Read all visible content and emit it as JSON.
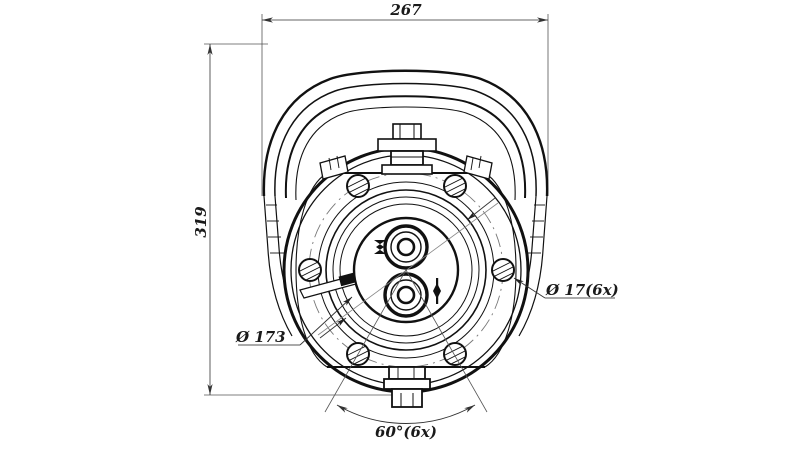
{
  "drawing": {
    "title": "hydraulic-rotator-front-view",
    "background_color": "#ffffff",
    "line_color": "#111111",
    "thin_line_color": "#555555",
    "dimension_color": "#444444",
    "units": "mm"
  },
  "dimensions": {
    "overall_width": {
      "label": "267",
      "orientation": "horizontal",
      "position": "top"
    },
    "overall_height": {
      "label": "319",
      "orientation": "vertical-rotated",
      "position": "left"
    },
    "bolt_circle": {
      "label": "Ø 173",
      "orientation": "leader",
      "position": "lower-left"
    },
    "bolt_hole": {
      "label": "Ø 17(6x)",
      "orientation": "leader",
      "position": "right"
    },
    "bolt_spacing": {
      "label": "60°(6x)",
      "orientation": "angular-arc",
      "position": "bottom"
    }
  },
  "features": {
    "bail_handle": "top-yoke-bail",
    "body": "cylindrical-rotator-housing",
    "bolt_holes_count": 6,
    "ports_count": 2,
    "top_fitting": "hex-bolt-nut-assembly",
    "bottom_fitting": "hex-bolt-nut-assembly",
    "port_marker_a": "hourglass-symbol",
    "port_marker_b": "diamond-symbol"
  }
}
